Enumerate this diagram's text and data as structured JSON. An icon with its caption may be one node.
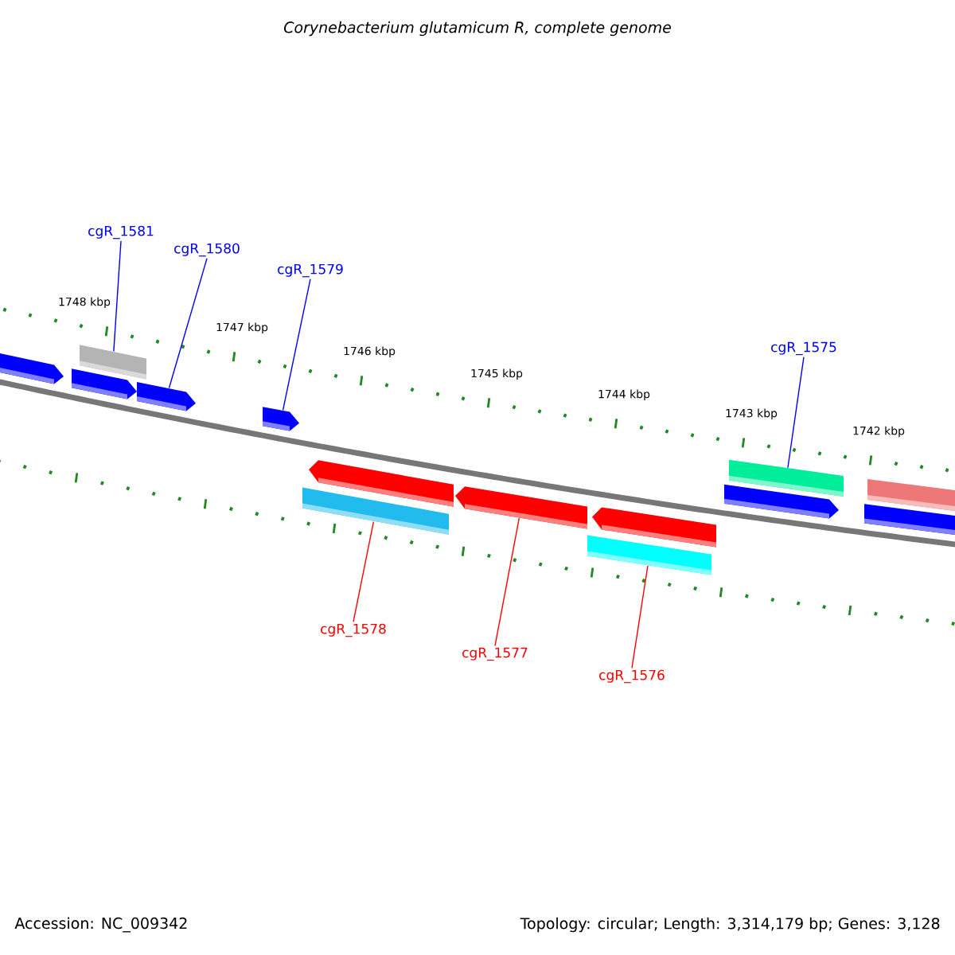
{
  "diagram": {
    "title": "Corynebacterium glutamicum R, complete genome",
    "nodes": [
      {
        "text": [
          "cgR_1581"
        ]
      },
      {
        "text": [
          "cgR_1580"
        ]
      },
      {
        "text": [
          "cgR_1579"
        ]
      },
      {
        "text": [
          "cgR_1575"
        ]
      },
      {
        "text": [
          "cgR_1578"
        ]
      },
      {
        "text": [
          "cgR_1577"
        ]
      },
      {
        "text": [
          "cgR_1576"
        ]
      },
      {
        "text": [],
        "shape": "arrow"
      },
      {
        "text": [],
        "shape": "bar"
      },
      {
        "text": [],
        "shape": "arrow"
      },
      {
        "text": [],
        "shape": "arrow"
      },
      {
        "text": [],
        "shape": "arrow"
      },
      {
        "text": [],
        "shape": "bar"
      },
      {
        "text": [],
        "shape": "arrow"
      },
      {
        "text": [],
        "shape": "arrow"
      },
      {
        "text": [],
        "shape": "bar"
      },
      {
        "text": [],
        "shape": "arrow"
      },
      {
        "text": [],
        "shape": "arrow"
      },
      {
        "text": [],
        "shape": "bar"
      },
      {
        "text": [],
        "shape": "arrow"
      },
      {
        "text": [],
        "shape": "bar"
      }
    ],
    "edges": [
      {
        "from": 0,
        "to": 8,
        "arrow": "none"
      },
      {
        "from": 1,
        "to": 10,
        "arrow": "none"
      },
      {
        "from": 2,
        "to": 11,
        "arrow": "none"
      },
      {
        "from": 3,
        "to": 18,
        "arrow": "none"
      },
      {
        "from": 4,
        "to": 12,
        "arrow": "none",
        "color": "#ff0000"
      },
      {
        "from": 5,
        "to": 14,
        "arrow": "none",
        "color": "#ff0000"
      },
      {
        "from": 6,
        "to": 15,
        "arrow": "none",
        "color": "#ff0000"
      }
    ],
    "labels": [
      "1748 kbp",
      "1747 kbp",
      "1746 kbp",
      "1745 kbp",
      "1744 kbp",
      "1743 kbp",
      "1742 kbp",
      "Accession: NC_009342",
      "Topology: circular; Length: 3,314,179 bp; Genes: 3,128"
    ]
  }
}
